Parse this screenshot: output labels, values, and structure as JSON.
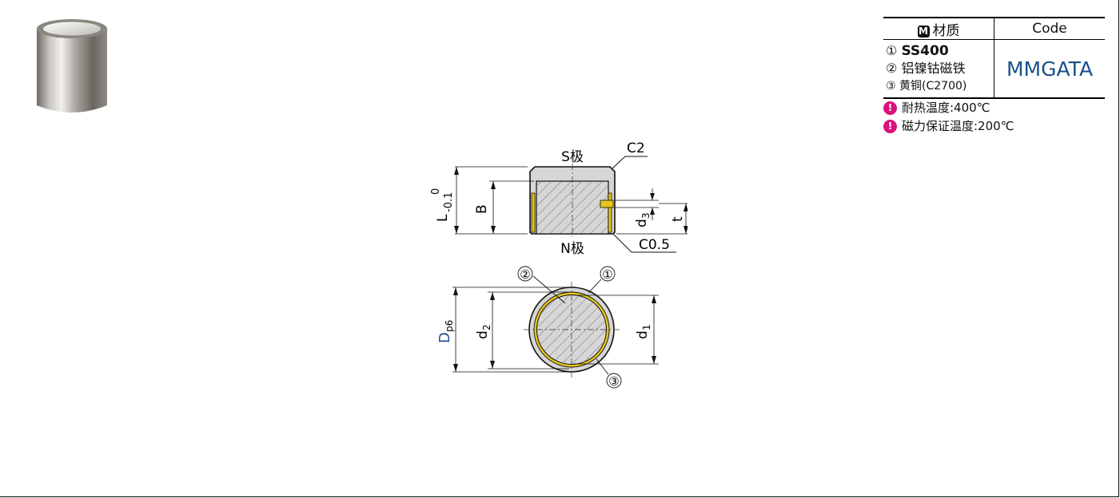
{
  "spec_table": {
    "material_header": "材质",
    "material_badge": "M",
    "code_header": "Code",
    "materials": [
      {
        "num": "①",
        "name": "SS400"
      },
      {
        "num": "②",
        "name": "铝镍钴磁铁"
      },
      {
        "num": "③",
        "name": "黄铜(C2700)"
      }
    ],
    "code_value": "MMGATA"
  },
  "notes": [
    {
      "icon": "!",
      "text": "耐热温度:400℃"
    },
    {
      "icon": "!",
      "text": "磁力保证温度:200℃"
    }
  ],
  "side_view": {
    "top_pole": "S极",
    "bottom_pole": "N极",
    "top_chamfer": "C2",
    "bottom_chamfer": "C0.5",
    "length_label": "L",
    "tol_upper": "0",
    "tol_lower": "-0.1",
    "b_label": "B",
    "d3_label": "d",
    "d3_sub": "3",
    "t_label": "t"
  },
  "top_view": {
    "callout_2": "②",
    "callout_1": "①",
    "callout_3": "③",
    "d_label": "D",
    "d_sub": "p6",
    "d2_label": "d",
    "d2_sub": "2",
    "d1_label": "d",
    "d1_sub": "1"
  },
  "colors": {
    "code_blue": "#1a4f8e",
    "warning_magenta": "#d8137b",
    "brass_yellow": "#e6c51c",
    "steel_gray": "#d4d4d4"
  }
}
